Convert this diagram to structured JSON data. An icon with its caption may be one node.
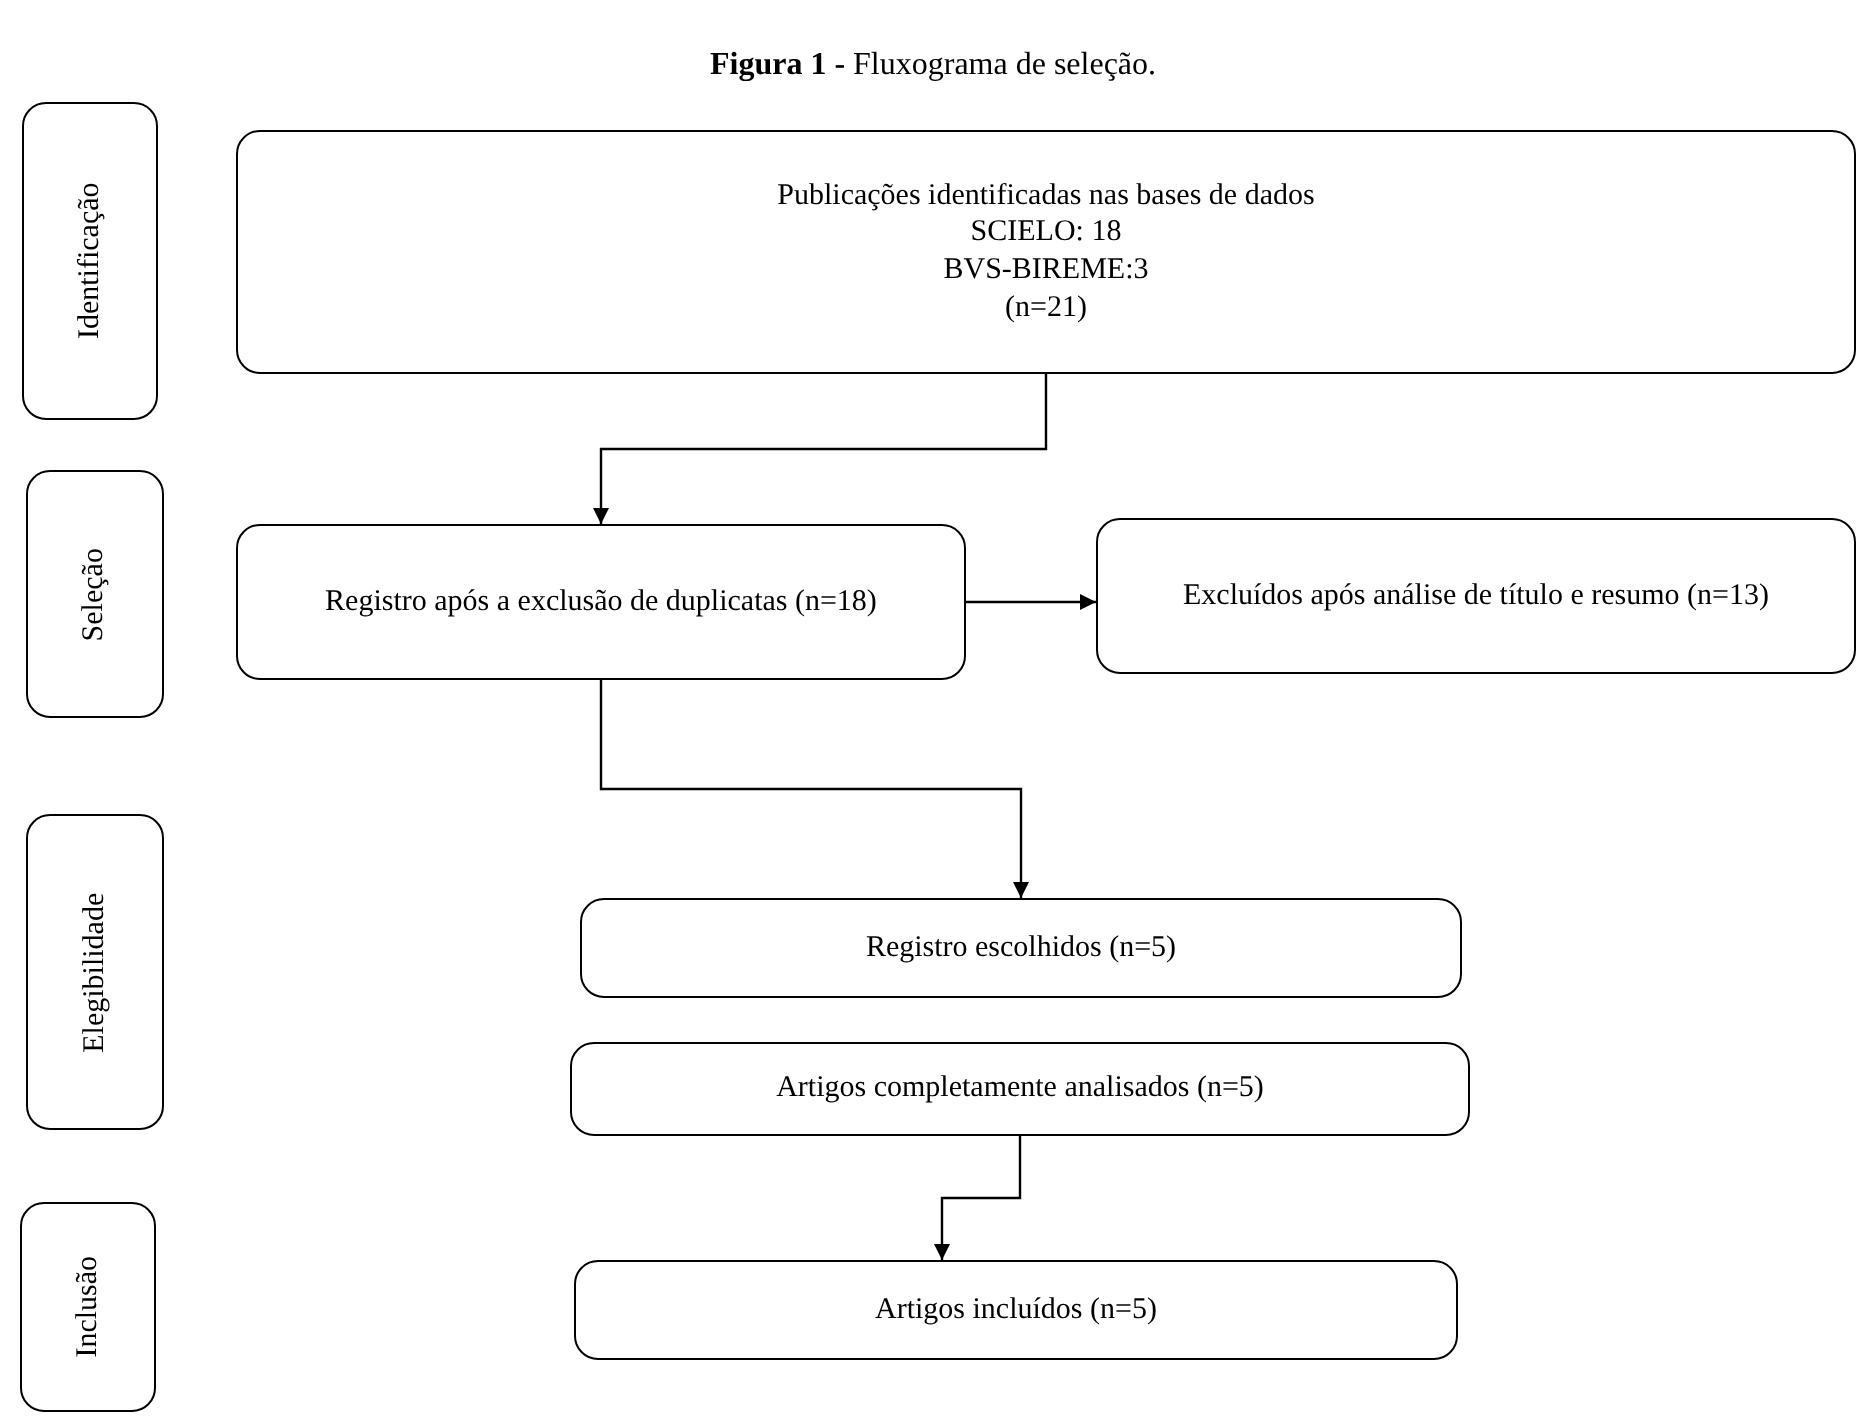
{
  "diagram": {
    "title": "**Figura 1 -** Fluxograma de seleção.",
    "nodes": [
      {
        "text": [
          "Identificação"
        ]
      },
      {
        "text": [
          "Publicações identificadas nas bases de dados",
          "SCIELO: 18",
          "BVS-BIREME:3",
          "(n=21)"
        ]
      },
      {
        "text": [
          "Seleção"
        ]
      },
      {
        "text": [
          "Registro após a exclusão de duplicatas (n=18)"
        ]
      },
      {
        "text": [
          "Excluídos após análise de título e resumo (n=13)"
        ]
      },
      {
        "text": [
          "Elegibilidade"
        ]
      },
      {
        "text": [
          "Registro escolhidos (n=5)"
        ]
      },
      {
        "text": [
          "Artigos completamente analisados (n=5)"
        ]
      },
      {
        "text": [
          "Inclusão"
        ]
      },
      {
        "text": [
          "Artigos incluídos (n=5)"
        ]
      }
    ],
    "edges": [
      {
        "from": 1,
        "to": 3,
        "arrow": "to"
      },
      {
        "from": 3,
        "to": 4,
        "arrow": "to"
      },
      {
        "from": 3,
        "to": 6,
        "arrow": "to"
      },
      {
        "from": 7,
        "to": 9,
        "arrow": "to"
      }
    ]
  }
}
